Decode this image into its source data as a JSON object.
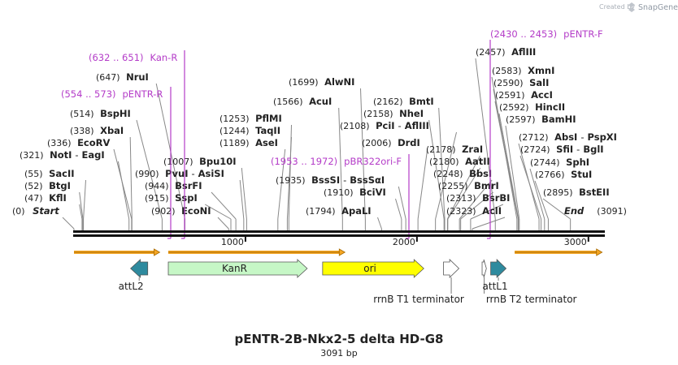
{
  "logo": {
    "created_by": "Created by",
    "brand": "SnapGene"
  },
  "title": "pENTR-2B-Nkx2-5 delta HD-G8",
  "subtitle": "3091 bp",
  "length": 3091,
  "ticks": [
    {
      "value": 1000,
      "label": "1000"
    },
    {
      "value": 2000,
      "label": "2000"
    },
    {
      "value": 3000,
      "label": "3000"
    }
  ],
  "enzymes": [
    {
      "pos": 0,
      "pos_label": "(0)",
      "name": "Start",
      "italic": true
    },
    {
      "pos": 47,
      "pos_label": "(47)",
      "name": "KflI"
    },
    {
      "pos": 52,
      "pos_label": "(52)",
      "name": "BtgI"
    },
    {
      "pos": 55,
      "pos_label": "(55)",
      "name": "SacII"
    },
    {
      "pos": 321,
      "pos_label": "(321)",
      "name": "NotI",
      "name2": "EagI"
    },
    {
      "pos": 336,
      "pos_label": "(336)",
      "name": "EcoRV"
    },
    {
      "pos": 338,
      "pos_label": "(338)",
      "name": "XbaI"
    },
    {
      "pos": 514,
      "pos_label": "(514)",
      "name": "BspHI"
    },
    {
      "pos": 647,
      "pos_label": "(647)",
      "name": "NruI"
    },
    {
      "pos": 902,
      "pos_label": "(902)",
      "name": "EcoNI"
    },
    {
      "pos": 915,
      "pos_label": "(915)",
      "name": "SspI"
    },
    {
      "pos": 944,
      "pos_label": "(944)",
      "name": "BsrFI"
    },
    {
      "pos": 990,
      "pos_label": "(990)",
      "name": "PvuI",
      "name2": "AsiSI"
    },
    {
      "pos": 1007,
      "pos_label": "(1007)",
      "name": "Bpu10I"
    },
    {
      "pos": 1189,
      "pos_label": "(1189)",
      "name": "AseI"
    },
    {
      "pos": 1244,
      "pos_label": "(1244)",
      "name": "TaqII"
    },
    {
      "pos": 1253,
      "pos_label": "(1253)",
      "name": "PflMI"
    },
    {
      "pos": 1566,
      "pos_label": "(1566)",
      "name": "AcuI"
    },
    {
      "pos": 1699,
      "pos_label": "(1699)",
      "name": "AlwNI"
    },
    {
      "pos": 1794,
      "pos_label": "(1794)",
      "name": "ApaLI"
    },
    {
      "pos": 1910,
      "pos_label": "(1910)",
      "name": "BciVI"
    },
    {
      "pos": 1935,
      "pos_label": "(1935)",
      "name": "BssSI",
      "name2": "BssSαI"
    },
    {
      "pos": 2006,
      "pos_label": "(2006)",
      "name": "DrdI"
    },
    {
      "pos": 2108,
      "pos_label": "(2108)",
      "name": "PciI",
      "name2": "AflIII"
    },
    {
      "pos": 2158,
      "pos_label": "(2158)",
      "name": "NheI"
    },
    {
      "pos": 2162,
      "pos_label": "(2162)",
      "name": "BmtI"
    },
    {
      "pos": 2178,
      "pos_label": "(2178)",
      "name": "ZraI"
    },
    {
      "pos": 2180,
      "pos_label": "(2180)",
      "name": "AatII"
    },
    {
      "pos": 2248,
      "pos_label": "(2248)",
      "name": "BbsI"
    },
    {
      "pos": 2255,
      "pos_label": "(2255)",
      "name": "BmrI"
    },
    {
      "pos": 2313,
      "pos_label": "(2313)",
      "name": "BsrBI"
    },
    {
      "pos": 2323,
      "pos_label": "(2323)",
      "name": "AclI"
    },
    {
      "pos": 2457,
      "pos_label": "(2457)",
      "name": "AflIII"
    },
    {
      "pos": 2583,
      "pos_label": "(2583)",
      "name": "XmnI"
    },
    {
      "pos": 2590,
      "pos_label": "(2590)",
      "name": "SalI"
    },
    {
      "pos": 2591,
      "pos_label": "(2591)",
      "name": "AccI"
    },
    {
      "pos": 2592,
      "pos_label": "(2592)",
      "name": "HincII"
    },
    {
      "pos": 2597,
      "pos_label": "(2597)",
      "name": "BamHI"
    },
    {
      "pos": 2712,
      "pos_label": "(2712)",
      "name": "AbsI",
      "name2": "PspXI"
    },
    {
      "pos": 2724,
      "pos_label": "(2724)",
      "name": "SfiI",
      "name2": "BglI"
    },
    {
      "pos": 2744,
      "pos_label": "(2744)",
      "name": "SphI"
    },
    {
      "pos": 2766,
      "pos_label": "(2766)",
      "name": "StuI"
    },
    {
      "pos": 2895,
      "pos_label": "(2895)",
      "name": "BstEII"
    },
    {
      "pos": 3091,
      "pos_label": "(3091)",
      "name": "End",
      "italic": true
    }
  ],
  "primers": [
    {
      "range": "(632 .. 651)",
      "name": "Kan-R",
      "start": 632,
      "end": 651,
      "direction": "reverse"
    },
    {
      "range": "(554 .. 573)",
      "name": "pENTR-R",
      "start": 554,
      "end": 573,
      "direction": "reverse"
    },
    {
      "range": "(1953 .. 1972)",
      "name": "pBR322ori-F",
      "start": 1953,
      "end": 1972,
      "direction": "forward"
    },
    {
      "range": "(2430 .. 2453)",
      "name": "pENTR-F",
      "start": 2430,
      "end": 2453,
      "direction": "forward"
    }
  ],
  "features": [
    {
      "name": "",
      "type": "translated",
      "start": 0,
      "end": 500,
      "color": "#f5a623"
    },
    {
      "name": "",
      "type": "translated",
      "start": 550,
      "end": 1580,
      "color": "#f5a623"
    },
    {
      "name": "",
      "type": "translated",
      "start": 2570,
      "end": 3080,
      "color": "#f5a623"
    },
    {
      "name": "attL2",
      "type": "arrow",
      "direction": "reverse",
      "start": 330,
      "end": 430,
      "color": "#2e8a9e"
    },
    {
      "name": "KanR",
      "type": "arrow",
      "direction": "forward",
      "start": 550,
      "end": 1360,
      "color": "#c6f7c6"
    },
    {
      "name": "ori",
      "type": "arrow",
      "direction": "forward",
      "start": 1450,
      "end": 2040,
      "color": "#ffff00"
    },
    {
      "name": "rrnB T1 terminator",
      "type": "arrow",
      "direction": "forward",
      "start": 2155,
      "end": 2245,
      "color": "#ffffff"
    },
    {
      "name": "rrnB T2 terminator",
      "type": "arrow",
      "direction": "forward",
      "start": 2380,
      "end": 2405,
      "color": "#ffffff"
    },
    {
      "name": "attL1",
      "type": "arrow",
      "direction": "forward",
      "start": 2430,
      "end": 2520,
      "color": "#2e8a9e"
    }
  ]
}
